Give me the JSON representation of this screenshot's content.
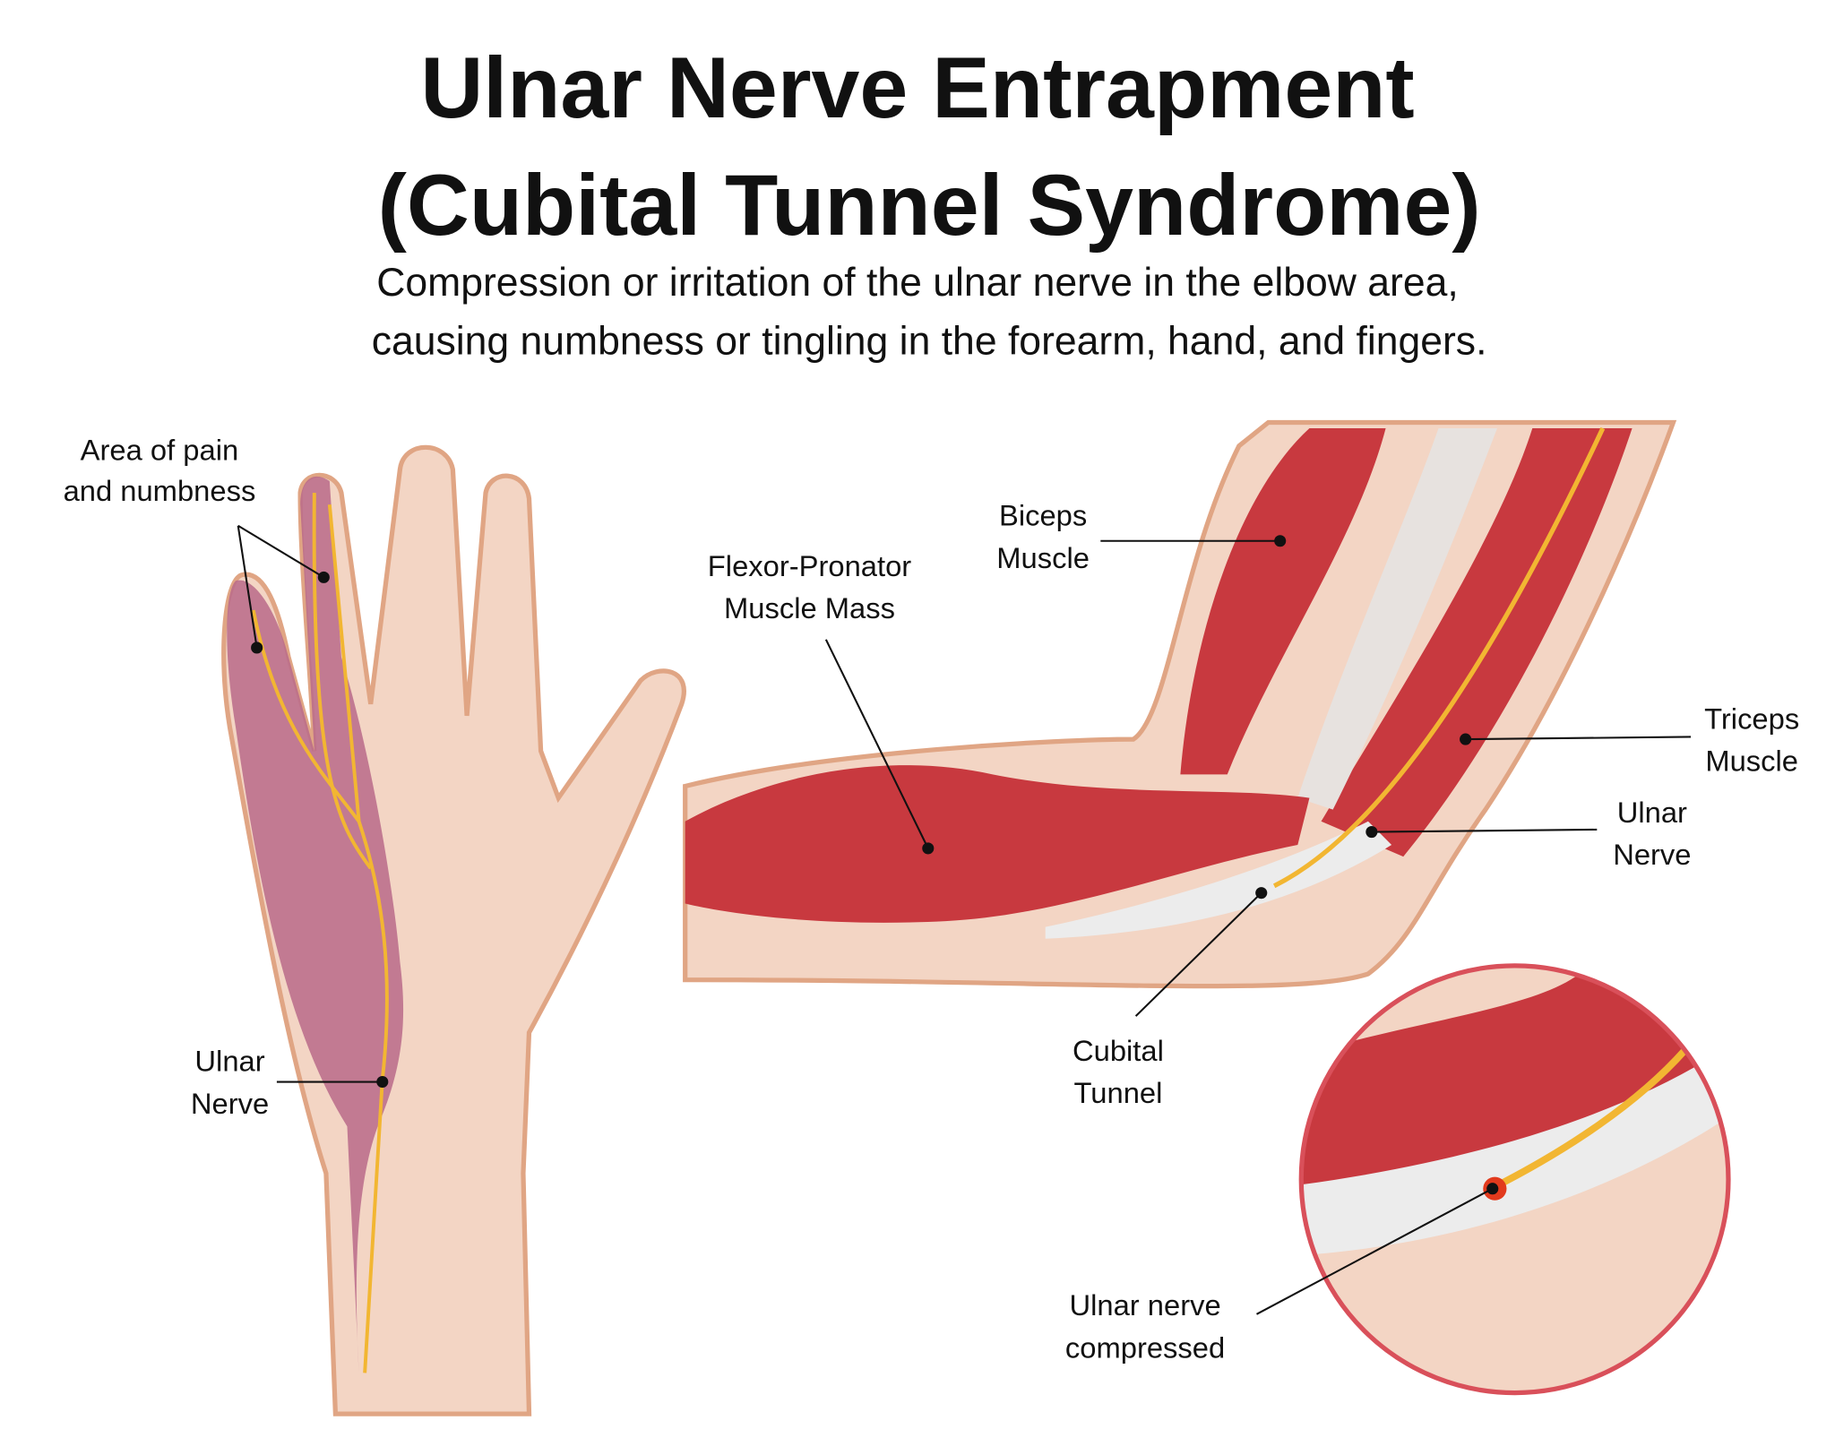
{
  "title": {
    "line1": "Ulnar Nerve Entrapment",
    "line2": "(Cubital Tunnel Syndrome)"
  },
  "subtitle": {
    "line1": "Compression or irritation of the ulnar nerve in the elbow area,",
    "line2": "causing numbness or tingling in the forearm, hand, and fingers."
  },
  "labels": {
    "area_pain": [
      "Area of pain",
      "and numbness"
    ],
    "hand_ulnar_nerve": [
      "Ulnar",
      "Nerve"
    ],
    "flexor": [
      "Flexor-Pronator",
      "Muscle Mass"
    ],
    "biceps": [
      "Biceps",
      "Muscle"
    ],
    "triceps": [
      "Triceps",
      "Muscle"
    ],
    "arm_ulnar_nerve": [
      "Ulnar",
      "Nerve"
    ],
    "cubital": [
      "Cubital",
      "Tunnel"
    ],
    "compressed": [
      "Ulnar nerve",
      "compressed"
    ]
  },
  "colors": {
    "skin": "#f3d5c4",
    "skin_edge": "#e0a584",
    "muscle": "#c8393f",
    "numb": "#b86a8a",
    "nerve": "#f2b632",
    "tendon": "#ececec",
    "inset_ring": "#d9505a"
  }
}
